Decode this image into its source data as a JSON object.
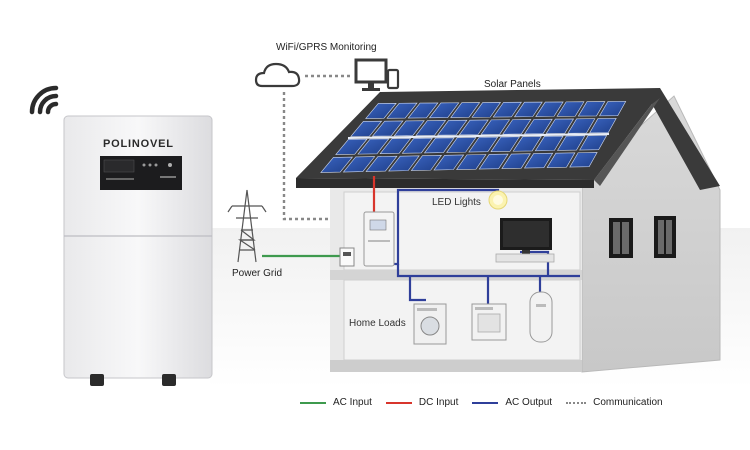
{
  "labels": {
    "monitoring": "WiFi/GPRS Monitoring",
    "solar_panels": "Solar Panels",
    "led_lights": "LED Lights",
    "power_grid": "Power Grid",
    "home_loads": "Home Loads"
  },
  "brand": "POLINOVEL",
  "legend": [
    {
      "label": "AC Input",
      "color": "#3e9a4e",
      "style": "solid"
    },
    {
      "label": "DC Input",
      "color": "#d8352c",
      "style": "solid"
    },
    {
      "label": "AC Output",
      "color": "#2f3f9a",
      "style": "solid"
    },
    {
      "label": "Communication",
      "color": "#888888",
      "style": "dotted"
    }
  ],
  "colors": {
    "ac_input": "#3e9a4e",
    "dc_input": "#d8352c",
    "ac_output": "#2f3f9a",
    "communication": "#888888",
    "roof": "#3a3a3a",
    "panel": "#2a4fa8"
  },
  "icons": [
    "wifi-icon",
    "cloud-icon",
    "monitor-icon",
    "phone-icon",
    "power-tower-icon",
    "led-bulb-icon",
    "tv-icon",
    "washing-machine-icon",
    "dryer-icon",
    "water-heater-icon"
  ]
}
